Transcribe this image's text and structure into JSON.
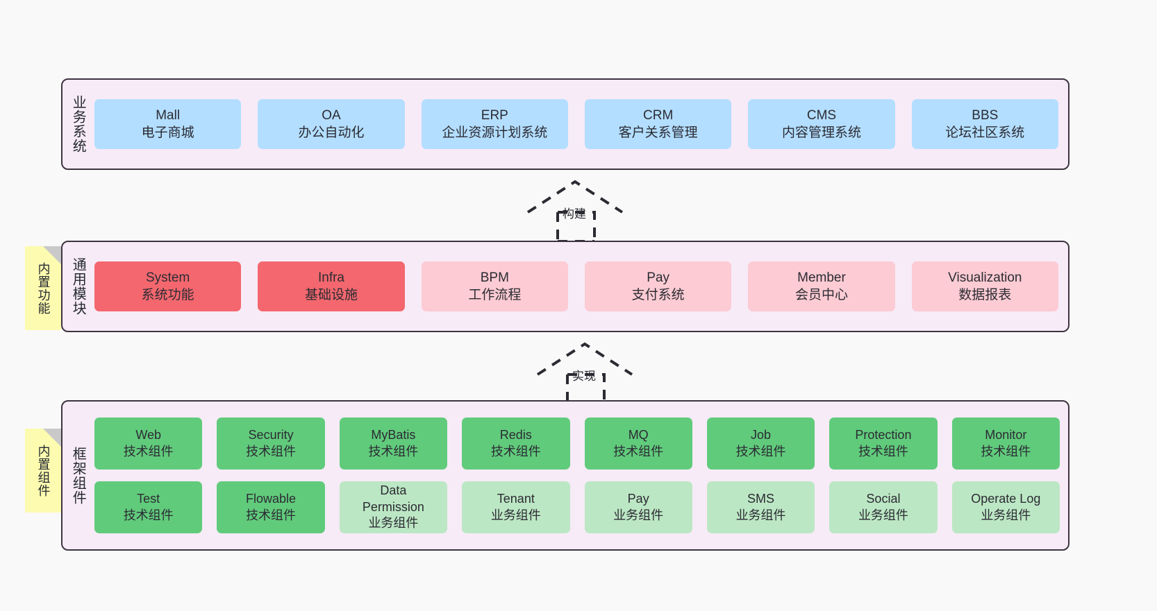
{
  "layers": [
    {
      "key": "business",
      "title": "业务系统",
      "rows": [
        [
          {
            "en": "Mall",
            "cn": "电子商城",
            "color": "#b3deff"
          },
          {
            "en": "OA",
            "cn": "办公自动化",
            "color": "#b3deff"
          },
          {
            "en": "ERP",
            "cn": "企业资源计划系统",
            "color": "#b3deff"
          },
          {
            "en": "CRM",
            "cn": "客户关系管理",
            "color": "#b3deff"
          },
          {
            "en": "CMS",
            "cn": "内容管理系统",
            "color": "#b3deff"
          },
          {
            "en": "BBS",
            "cn": "论坛社区系统",
            "color": "#b3deff"
          }
        ]
      ]
    },
    {
      "key": "common",
      "title": "通用模块",
      "note": "内置功能",
      "rows": [
        [
          {
            "en": "System",
            "cn": "系统功能",
            "color": "#f4676e"
          },
          {
            "en": "Infra",
            "cn": "基础设施",
            "color": "#f4676e"
          },
          {
            "en": "BPM",
            "cn": "工作流程",
            "color": "#fccbd3"
          },
          {
            "en": "Pay",
            "cn": "支付系统",
            "color": "#fccbd3"
          },
          {
            "en": "Member",
            "cn": "会员中心",
            "color": "#fccbd3"
          },
          {
            "en": "Visualization",
            "cn": "数据报表",
            "color": "#fccbd3"
          }
        ]
      ]
    },
    {
      "key": "framework",
      "title": "框架组件",
      "note": "内置组件",
      "rows": [
        [
          {
            "en": "Web",
            "cn": "技术组件",
            "color": "#61cb7c"
          },
          {
            "en": "Security",
            "cn": "技术组件",
            "color": "#61cb7c"
          },
          {
            "en": "MyBatis",
            "cn": "技术组件",
            "color": "#61cb7c"
          },
          {
            "en": "Redis",
            "cn": "技术组件",
            "color": "#61cb7c"
          },
          {
            "en": "MQ",
            "cn": "技术组件",
            "color": "#61cb7c"
          },
          {
            "en": "Job",
            "cn": "技术组件",
            "color": "#61cb7c"
          },
          {
            "en": "Protection",
            "cn": "技术组件",
            "color": "#61cb7c"
          },
          {
            "en": "Monitor",
            "cn": "技术组件",
            "color": "#61cb7c"
          }
        ],
        [
          {
            "en": "Test",
            "cn": "技术组件",
            "color": "#61cb7c"
          },
          {
            "en": "Flowable",
            "cn": "技术组件",
            "color": "#61cb7c"
          },
          {
            "en": "Data\nPermission",
            "cn": "业务组件",
            "color": "#bce7c4"
          },
          {
            "en": "Tenant",
            "cn": "业务组件",
            "color": "#bce7c4"
          },
          {
            "en": "Pay",
            "cn": "业务组件",
            "color": "#bce7c4"
          },
          {
            "en": "SMS",
            "cn": "业务组件",
            "color": "#bce7c4"
          },
          {
            "en": "Social",
            "cn": "业务组件",
            "color": "#bce7c4"
          },
          {
            "en": "Operate Log",
            "cn": "业务组件",
            "color": "#bce7c4"
          }
        ]
      ]
    }
  ],
  "arrows": [
    {
      "key": "build",
      "label": "构建"
    },
    {
      "key": "implement",
      "label": "实现"
    }
  ],
  "colors": {
    "page_background": "#f9f9f9",
    "layer_background": "#f7ebf7",
    "layer_border": "#3d3440",
    "note_background": "#fdfbb0",
    "note_fold": "#c9c9c9",
    "blue": "#b3deff",
    "red": "#f4676e",
    "pink": "#fccbd3",
    "green": "#61cb7c",
    "light_green": "#bce7c4",
    "arrow_stroke": "#2b2b33"
  }
}
